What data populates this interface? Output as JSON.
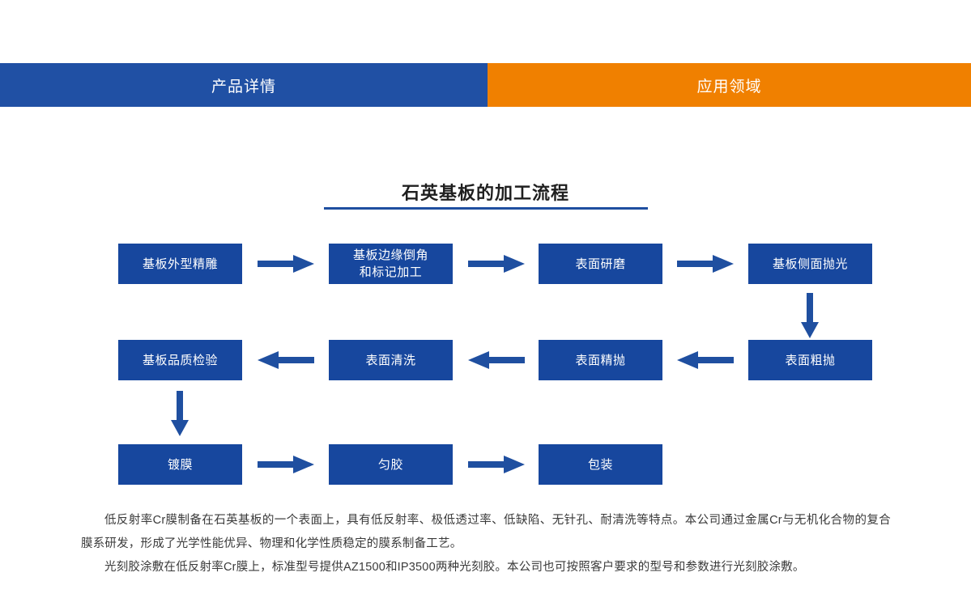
{
  "tabs": [
    {
      "id": "product-details",
      "label": "产品详情",
      "state": "active",
      "color": "#2050a4"
    },
    {
      "id": "application-fields",
      "label": "应用领域",
      "state": "inactive",
      "color": "#f08000"
    }
  ],
  "section": {
    "title": "石英基板的加工流程",
    "rule_color": "#1f4fa0"
  },
  "flow": {
    "node_color": "#17479e",
    "arrow_color": "#1f4fa0",
    "rows": [
      {
        "direction": "right",
        "nodes": [
          {
            "id": "carve",
            "label": "基板外型精雕"
          },
          {
            "id": "chamfer",
            "label": "基板边缘倒角\n和标记加工",
            "line1": "基板边缘倒角",
            "line2": "和标记加工"
          },
          {
            "id": "surface-grinding",
            "label": "表面研磨"
          },
          {
            "id": "side-polishing",
            "label": "基板侧面抛光"
          }
        ]
      },
      {
        "direction": "left",
        "nodes": [
          {
            "id": "quality-inspection",
            "label": "基板品质检验"
          },
          {
            "id": "surface-cleaning",
            "label": "表面清洗"
          },
          {
            "id": "fine-polishing",
            "label": "表面精抛"
          },
          {
            "id": "rough-polishing",
            "label": "表面粗抛"
          }
        ]
      },
      {
        "direction": "right",
        "nodes": [
          {
            "id": "coating",
            "label": "镀膜"
          },
          {
            "id": "resist-spin",
            "label": "匀胶"
          },
          {
            "id": "packaging",
            "label": "包装"
          }
        ]
      }
    ],
    "connectors": [
      {
        "id": "carve-to-chamfer",
        "type": "arrow-right-icon"
      },
      {
        "id": "chamfer-to-grinding",
        "type": "arrow-right-icon"
      },
      {
        "id": "grinding-to-side-polishing",
        "type": "arrow-right-icon"
      },
      {
        "id": "side-polishing-to-rough-polishing",
        "type": "arrow-down-icon"
      },
      {
        "id": "rough-to-fine-polishing",
        "type": "arrow-left-icon"
      },
      {
        "id": "fine-polishing-to-cleaning",
        "type": "arrow-left-icon"
      },
      {
        "id": "cleaning-to-inspection",
        "type": "arrow-left-icon"
      },
      {
        "id": "inspection-to-coating",
        "type": "arrow-down-icon"
      },
      {
        "id": "coating-to-resist",
        "type": "arrow-right-icon"
      },
      {
        "id": "resist-to-packaging",
        "type": "arrow-right-icon"
      }
    ]
  },
  "description": {
    "paragraph_1": "低反射率Cr膜制备在石英基板的一个表面上，具有低反射率、极低透过率、低缺陷、无针孔、耐清洗等特点。本公司通过金属Cr与无机化合物的复合膜系研发，形成了光学性能优异、物理和化学性质稳定的膜系制备工艺。",
    "paragraph_2": "光刻胶涂敷在低反射率Cr膜上，标准型号提供AZ1500和IP3500两种光刻胶。本公司也可按照客户要求的型号和参数进行光刻胶涂敷。"
  }
}
